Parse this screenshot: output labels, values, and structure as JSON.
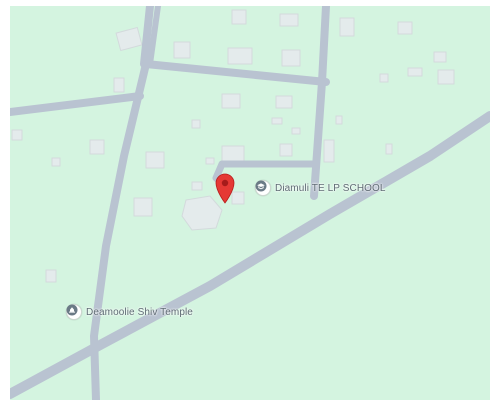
{
  "map": {
    "colors": {
      "land": "#d4f4e0",
      "road": "#b9c3d1",
      "building": "#e4ebec",
      "building_outline": "#d3dadc",
      "pin": "#e53935",
      "label": "#5f6b74"
    },
    "pois": [
      {
        "id": "school",
        "label": "Diamuli TE LP SCHOOL",
        "icon": "school-cap-icon",
        "icon_color": "#6b7a86"
      },
      {
        "id": "temple",
        "label": "Deamoolie Shiv Temple",
        "icon": "temple-icon",
        "icon_color": "#6b7a86"
      }
    ],
    "marker": {
      "icon": "location-pin-icon",
      "color": "#e53935"
    }
  }
}
